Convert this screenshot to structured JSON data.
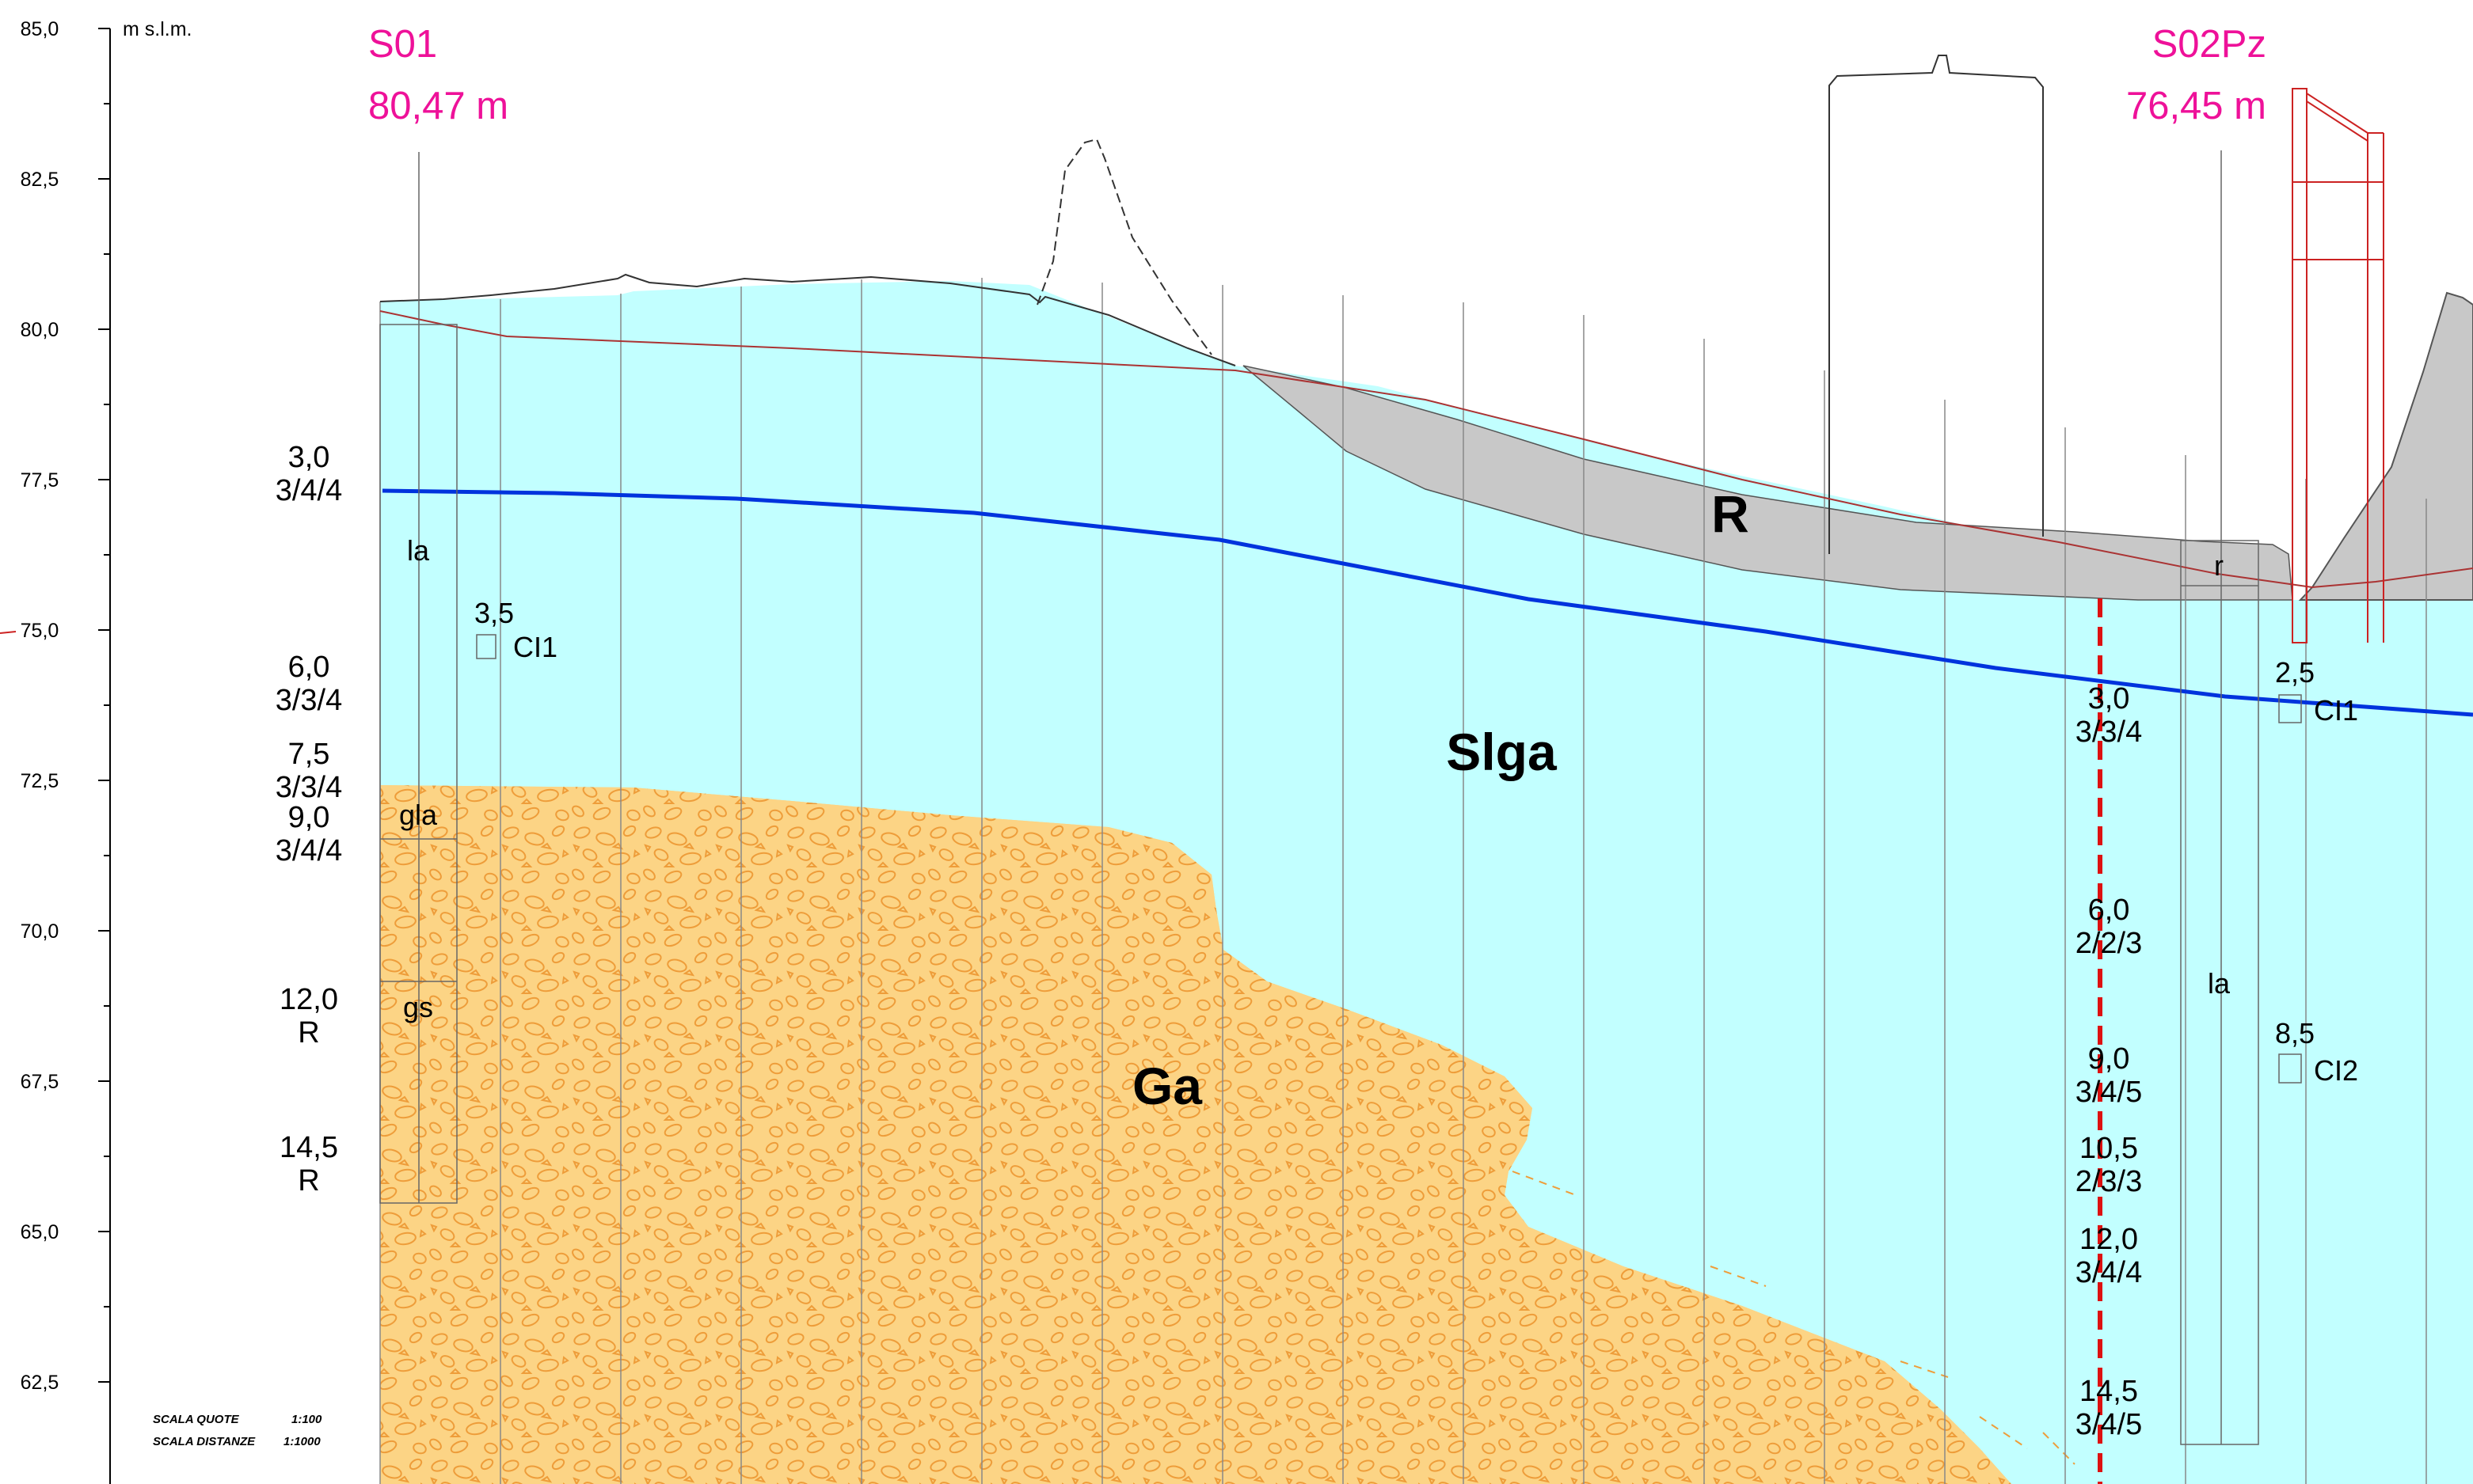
{
  "axis": {
    "unit_label": "m s.l.m.",
    "ticks": [
      "85,0",
      "82,5",
      "80,0",
      "77,5",
      "75,0",
      "72,5",
      "70,0",
      "67,5",
      "65,0",
      "62,5"
    ]
  },
  "boreholes": [
    {
      "name": "S01",
      "elevation": "80,47 m"
    },
    {
      "name": "S02Pz",
      "elevation": "76,45 m"
    }
  ],
  "units": {
    "R": "R",
    "Slga": "Slga",
    "Ga": "Ga"
  },
  "s01": {
    "layer_labels": [
      "la",
      "gla",
      "gs"
    ],
    "sample": {
      "depth": "3,5",
      "code": "CI1"
    },
    "spt": [
      {
        "depth": "3,0",
        "blows": "3/4/4"
      },
      {
        "depth": "6,0",
        "blows": "3/3/4"
      },
      {
        "depth": "7,5",
        "blows": "3/3/4"
      },
      {
        "depth": "9,0",
        "blows": "3/4/4"
      },
      {
        "depth": "12,0",
        "blows": "R"
      },
      {
        "depth": "14,5",
        "blows": "R"
      }
    ]
  },
  "s02": {
    "layer_labels": [
      "r",
      "la"
    ],
    "samples": [
      {
        "depth": "2,5",
        "code": "CI1"
      },
      {
        "depth": "8,5",
        "code": "CI2"
      }
    ],
    "spt": [
      {
        "depth": "3,0",
        "blows": "3/3/4"
      },
      {
        "depth": "6,0",
        "blows": "2/2/3"
      },
      {
        "depth": "9,0",
        "blows": "3/4/5"
      },
      {
        "depth": "10,5",
        "blows": "2/3/3"
      },
      {
        "depth": "12,0",
        "blows": "3/4/4"
      },
      {
        "depth": "14,5",
        "blows": "3/4/5"
      }
    ]
  },
  "scale": {
    "heights_label": "SCALA QUOTE",
    "heights_value": "1:100",
    "distances_label": "SCALA DISTANZE",
    "distances_value": "1:1000"
  },
  "colors": {
    "slga_fill": "#c2ffff",
    "gravel_fill": "#fcd485",
    "gravel_pattern": "#ee9d3a",
    "fill_r": "#c8c8c8",
    "water_table": "#0033dd",
    "borehole_text": "#ee1199",
    "piezometer": "#cc2222"
  }
}
